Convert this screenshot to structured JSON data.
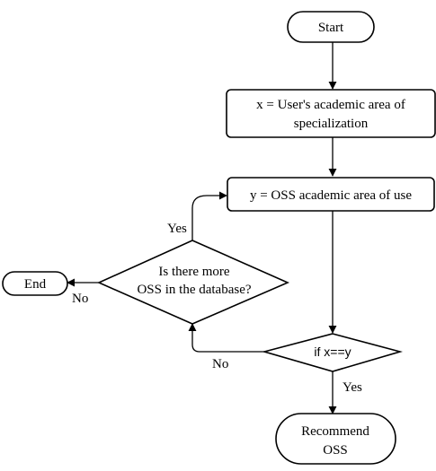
{
  "nodes": {
    "start": {
      "label": "Start"
    },
    "assign_x": {
      "line1": "x = User's academic area of",
      "line2": "specialization"
    },
    "assign_y": {
      "label": "y = OSS academic area of use"
    },
    "compare": {
      "label": "if x==y"
    },
    "more_oss": {
      "line1": "Is there more",
      "line2": "OSS in the database?"
    },
    "recommend": {
      "line1": "Recommend",
      "line2": "OSS"
    },
    "end": {
      "label": "End"
    }
  },
  "edges": {
    "more_yes": "Yes",
    "more_no": "No",
    "compare_no": "No",
    "compare_yes": "Yes"
  },
  "colors": {
    "stroke": "#000000",
    "fill": "#ffffff"
  }
}
